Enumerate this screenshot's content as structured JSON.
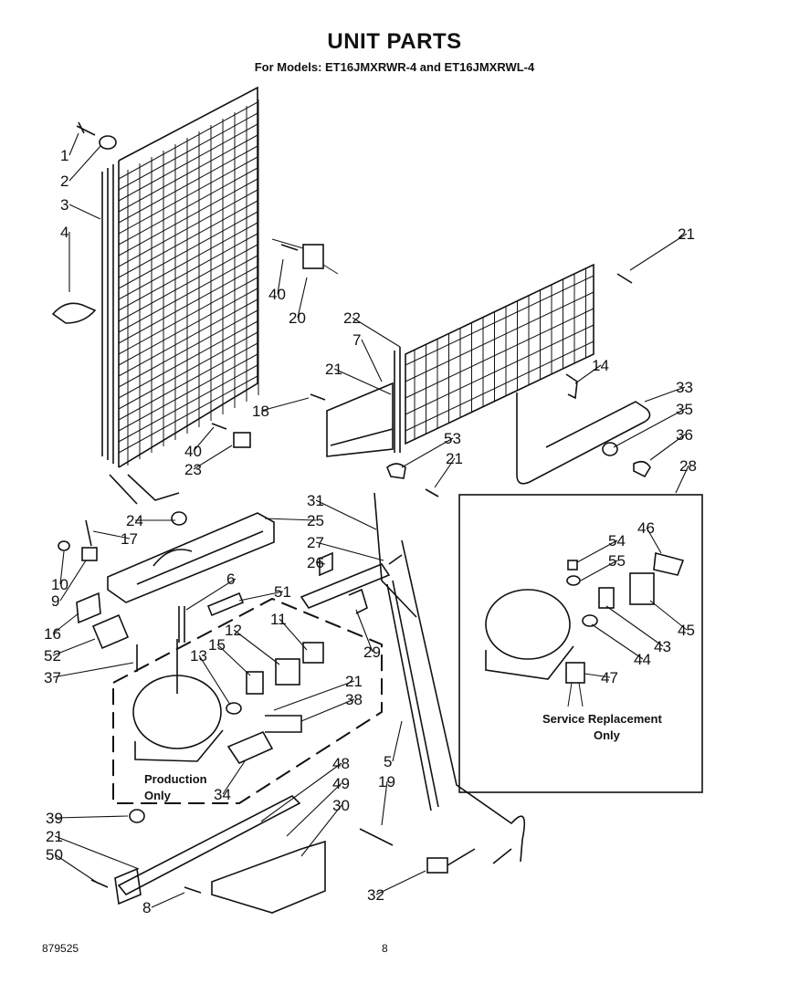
{
  "title": "UNIT PARTS",
  "subtitle": "For Models: ET16JMXRWR-4 and ET16JMXRWL-4",
  "footer": {
    "doc_number": "879525",
    "page_number": "8"
  },
  "notes": {
    "production_line1": "Production",
    "production_line2": "Only",
    "service_line1": "Service Replacement",
    "service_line2": "Only"
  },
  "callouts": [
    "1",
    "2",
    "3",
    "4",
    "40",
    "20",
    "21",
    "22",
    "7",
    "21",
    "18",
    "14",
    "33",
    "35",
    "36",
    "40",
    "23",
    "53",
    "21",
    "28",
    "31",
    "25",
    "27",
    "26",
    "24",
    "17",
    "10",
    "9",
    "6",
    "51",
    "16",
    "52",
    "37",
    "11",
    "12",
    "15",
    "13",
    "21",
    "38",
    "29",
    "54",
    "46",
    "55",
    "45",
    "43",
    "44",
    "47",
    "5",
    "19",
    "48",
    "49",
    "30",
    "34",
    "39",
    "21",
    "50",
    "8",
    "32"
  ]
}
